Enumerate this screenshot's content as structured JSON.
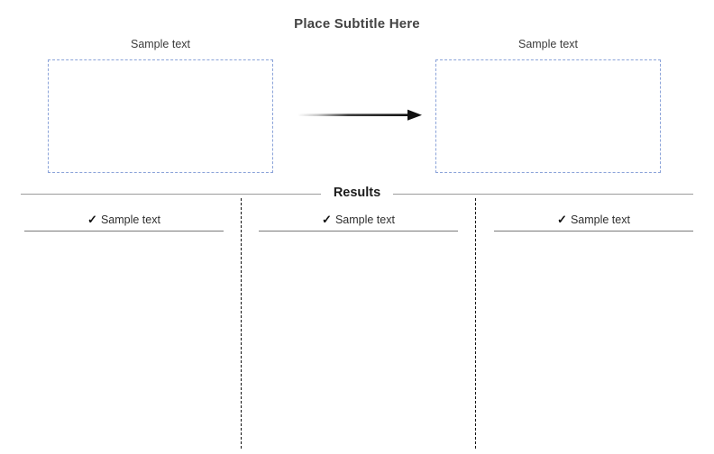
{
  "slide": {
    "subtitle": "Place Subtitle Here",
    "background_color": "#ffffff"
  },
  "process": {
    "boxes": [
      {
        "caption": "Sample text",
        "border_color": "#8ba3d9",
        "border_style": "dashed"
      },
      {
        "caption": "Sample text",
        "border_color": "#8ba3d9",
        "border_style": "dashed"
      }
    ],
    "arrow": {
      "name": "gradient-right-arrow",
      "direction": "right",
      "start_color": "#ffffff",
      "end_color": "#111111"
    }
  },
  "results": {
    "heading": "Results",
    "rule_color": "#9b9b9b",
    "items": [
      {
        "check": "✓",
        "label": "Sample text"
      },
      {
        "check": "✓",
        "label": "Sample text"
      },
      {
        "check": "✓",
        "label": "Sample text"
      }
    ],
    "separator_color": "#141414"
  }
}
